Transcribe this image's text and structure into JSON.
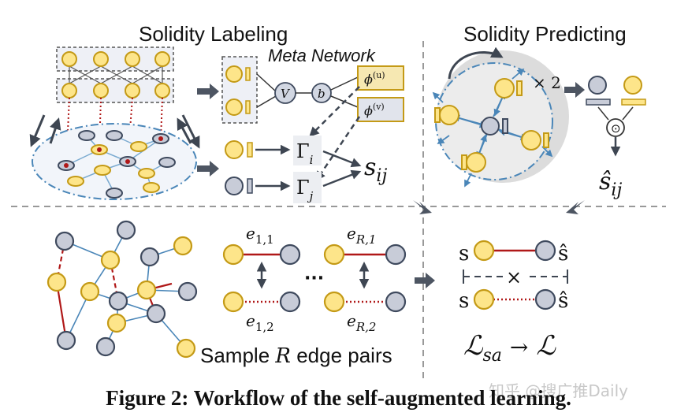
{
  "panels": {
    "labeling_title": "Solidity Labeling",
    "predicting_title": "Solidity Predicting",
    "meta_network": "Meta Network"
  },
  "meta": {
    "v": "V",
    "b": "b",
    "phi_u": "ϕ",
    "phi_u_sup": "(u)",
    "phi_v": "ϕ",
    "phi_v_sup": "(v)",
    "gamma": "Γ",
    "gamma_i": "i",
    "gamma_j": "j",
    "s": "s",
    "s_sub": "ij"
  },
  "predicting": {
    "times": "× 2",
    "shat": "ŝ",
    "shat_sub": "ij",
    "odot": "⊙"
  },
  "sampling": {
    "e11": "e",
    "e11_sub": "1,1",
    "e12": "e",
    "e12_sub": "1,2",
    "eR1": "e",
    "eR1_sub": "R,1",
    "eR2": "e",
    "eR2_sub": "R,2",
    "dots": "···",
    "sample_prefix": "Sample ",
    "sample_R": "R",
    "sample_suffix": " edge pairs"
  },
  "loss": {
    "s1": "s",
    "shat1": "ŝ",
    "s2": "s",
    "shat2": "ŝ",
    "times": "×",
    "L_sa": "ℒ",
    "L_sa_sub": "sa",
    "arrow": "→",
    "L": "ℒ"
  },
  "caption": "Figure 2: Workflow of the self-augmented learning.",
  "watermark": "知乎 @搜广推Daily",
  "colors": {
    "yellow_fill": "#fde58a",
    "yellow_stroke": "#c49a16",
    "gray_fill": "#c8ccd8",
    "gray_stroke": "#3f4a5e",
    "blue_line": "#4a86b8",
    "red_line": "#b01818",
    "arrow_gray": "#4d5562"
  }
}
